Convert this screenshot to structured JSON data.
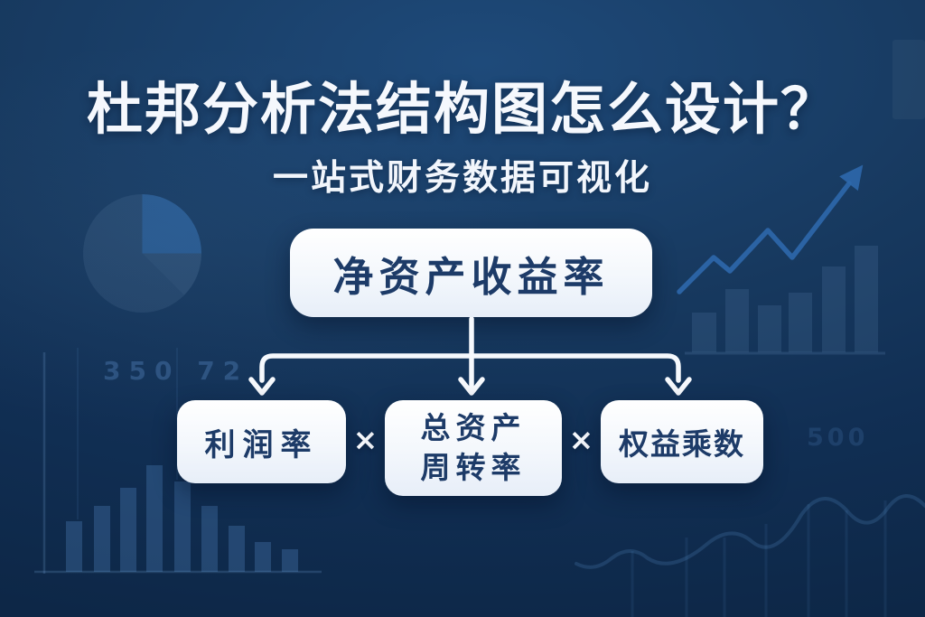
{
  "page": {
    "title": "杜邦分析法结构图怎么设计？",
    "subtitle": "一站式财务数据可视化"
  },
  "diagram": {
    "root_label": "净资产收益率",
    "operator": "×",
    "children": [
      {
        "label": "利润率"
      },
      {
        "label_line1": "总资产",
        "label_line2": "周转率"
      },
      {
        "label": "权益乘数"
      }
    ]
  },
  "background": {
    "left_axis_numbers": "350 72",
    "right_axis_number": "500",
    "colors": {
      "background_top": "#1e4a7a",
      "background_bottom": "#0d2747",
      "card_fill": "#f3f7fc",
      "card_text": "#1d3b68",
      "connector_white": "#f6f9fd",
      "trend_line_blue": "#2e68ac"
    }
  }
}
